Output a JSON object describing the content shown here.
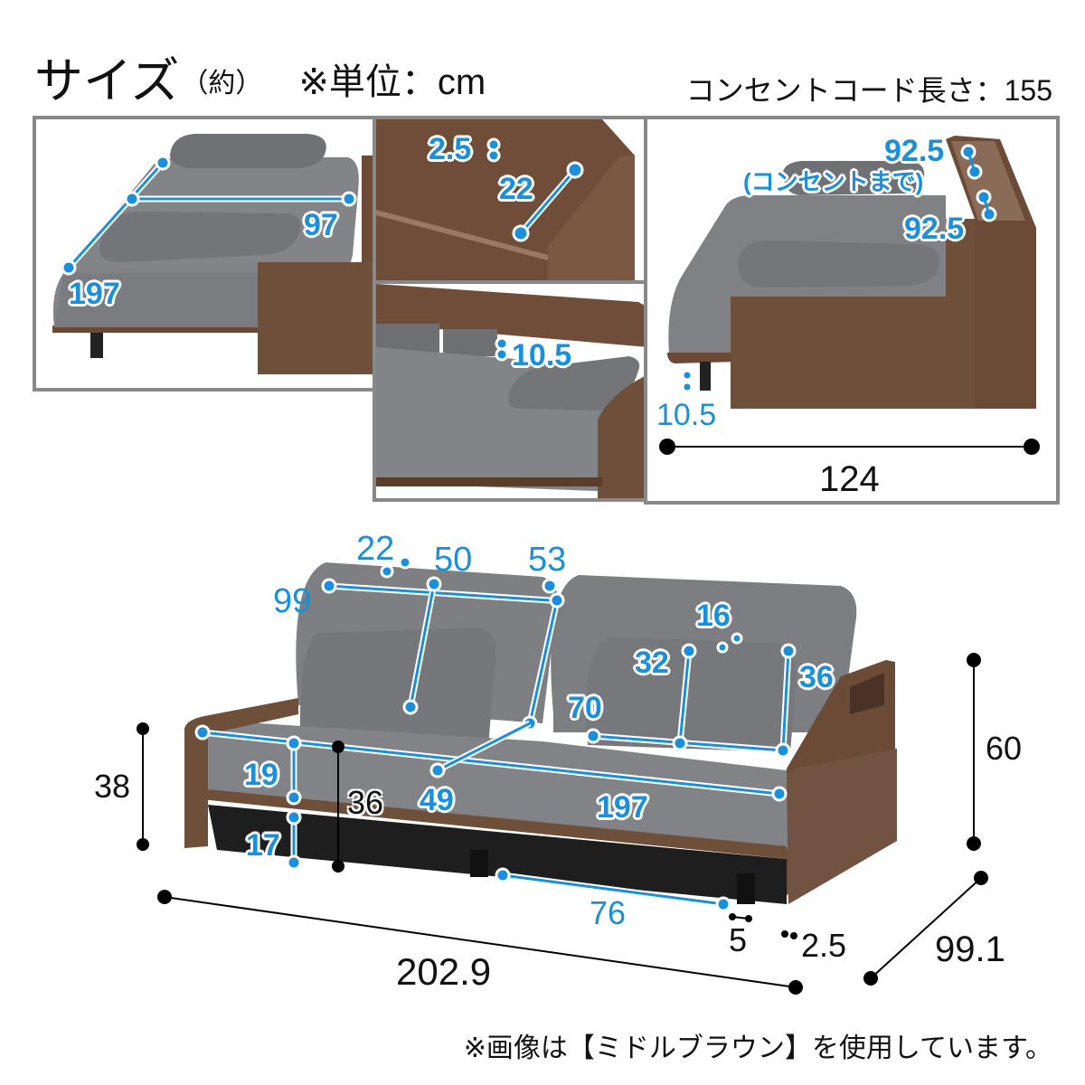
{
  "header": {
    "title": "サイズ",
    "title_note": "（約）",
    "unit_label": "※単位：cm",
    "cord_length_label": "コンセントコード長さ：155"
  },
  "footer": {
    "note": "※画像は【ミドルブラウン】を使用しています。"
  },
  "colors": {
    "dimension_blue": "#1a8fdc",
    "fabric_grey": "#7d7f82",
    "wood_brown": "#6e4f3a",
    "panel_border": "#888888",
    "dimension_black": "#000000"
  },
  "panels": {
    "bed_mode": {
      "dims": {
        "length": "197",
        "width": "97"
      }
    },
    "headboard_detail": {
      "dims": {
        "shelf_lip": "2.5",
        "shelf_depth": "22"
      }
    },
    "under_clearance": {
      "dims": {
        "clearance": "10.5"
      }
    },
    "side_view": {
      "dims": {
        "outlet_height": "92.5",
        "outlet_note": "(コンセントまで)",
        "headboard_height": "92.5",
        "leg_height": "10.5",
        "bed_total_length": "124"
      }
    }
  },
  "sofa": {
    "back_cushion": {
      "width": "99",
      "thickness": "22",
      "height": "50",
      "depth": "53"
    },
    "lumbar_pillow": {
      "width": "70",
      "height": "32",
      "thickness": "16",
      "depth": "36"
    },
    "seat": {
      "cushion_thickness": "19",
      "under_seat": "17",
      "seat_height_inner": "36",
      "seat_depth": "49",
      "seat_width": "197"
    },
    "legs": {
      "leg_span": "76",
      "leg_width": "5",
      "arm_offset": "2.5"
    },
    "overall": {
      "arm_height": "38",
      "total_height": "60",
      "total_width": "202.9",
      "total_depth": "99.1"
    }
  }
}
